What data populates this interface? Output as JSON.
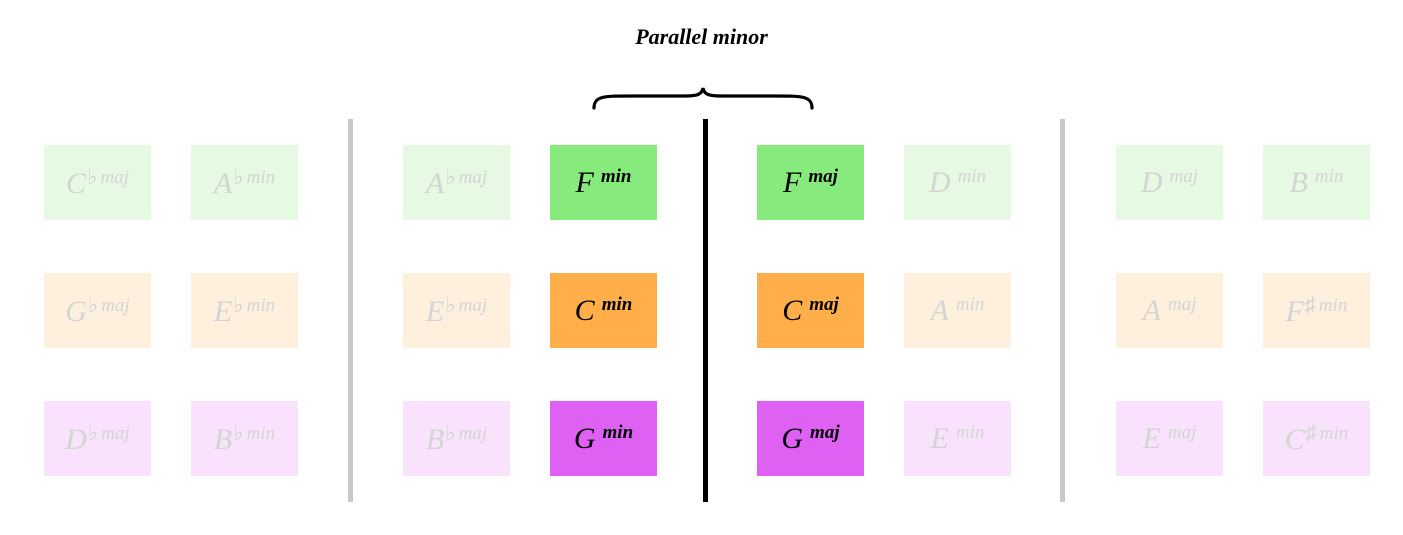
{
  "header": {
    "title": "Parallel minor"
  },
  "colors": {
    "green_faded": "#e6f9e3",
    "green_active": "#86ea7d",
    "orange_faded": "#fff0dd",
    "orange_active": "#ffae49",
    "pink_faded": "#f9e2fb",
    "pink_active": "#de61f4",
    "faded_text": "#d4d4d4",
    "grey_divider": "#c8c8c8",
    "black_divider": "#000000"
  },
  "cards": [
    {
      "root": "C",
      "acc": "♭",
      "q": "maj",
      "row": "green",
      "state": "faded"
    },
    {
      "root": "A",
      "acc": "♭",
      "q": "min",
      "row": "green",
      "state": "faded"
    },
    {
      "root": "A",
      "acc": "♭",
      "q": "maj",
      "row": "green",
      "state": "faded"
    },
    {
      "root": "F",
      "acc": "",
      "q": "min",
      "row": "green",
      "state": "active"
    },
    {
      "root": "F",
      "acc": "",
      "q": "maj",
      "row": "green",
      "state": "active"
    },
    {
      "root": "D",
      "acc": "",
      "q": "min",
      "row": "green",
      "state": "faded"
    },
    {
      "root": "D",
      "acc": "",
      "q": "maj",
      "row": "green",
      "state": "faded"
    },
    {
      "root": "B",
      "acc": "",
      "q": "min",
      "row": "green",
      "state": "faded"
    },
    {
      "root": "G",
      "acc": "♭",
      "q": "maj",
      "row": "orange",
      "state": "faded"
    },
    {
      "root": "E",
      "acc": "♭",
      "q": "min",
      "row": "orange",
      "state": "faded"
    },
    {
      "root": "E",
      "acc": "♭",
      "q": "maj",
      "row": "orange",
      "state": "faded"
    },
    {
      "root": "C",
      "acc": "",
      "q": "min",
      "row": "orange",
      "state": "active"
    },
    {
      "root": "C",
      "acc": "",
      "q": "maj",
      "row": "orange",
      "state": "active"
    },
    {
      "root": "A",
      "acc": "",
      "q": "min",
      "row": "orange",
      "state": "faded"
    },
    {
      "root": "A",
      "acc": "",
      "q": "maj",
      "row": "orange",
      "state": "faded"
    },
    {
      "root": "F",
      "acc": "♯",
      "q": "min",
      "row": "orange",
      "state": "faded"
    },
    {
      "root": "D",
      "acc": "♭",
      "q": "maj",
      "row": "pink",
      "state": "faded"
    },
    {
      "root": "B",
      "acc": "♭",
      "q": "min",
      "row": "pink",
      "state": "faded"
    },
    {
      "root": "B",
      "acc": "♭",
      "q": "maj",
      "row": "pink",
      "state": "faded"
    },
    {
      "root": "G",
      "acc": "",
      "q": "min",
      "row": "pink",
      "state": "active"
    },
    {
      "root": "G",
      "acc": "",
      "q": "maj",
      "row": "pink",
      "state": "active"
    },
    {
      "root": "E",
      "acc": "",
      "q": "min",
      "row": "pink",
      "state": "faded"
    },
    {
      "root": "E",
      "acc": "",
      "q": "maj",
      "row": "pink",
      "state": "faded"
    },
    {
      "root": "C",
      "acc": "♯",
      "q": "min",
      "row": "pink",
      "state": "faded"
    }
  ]
}
